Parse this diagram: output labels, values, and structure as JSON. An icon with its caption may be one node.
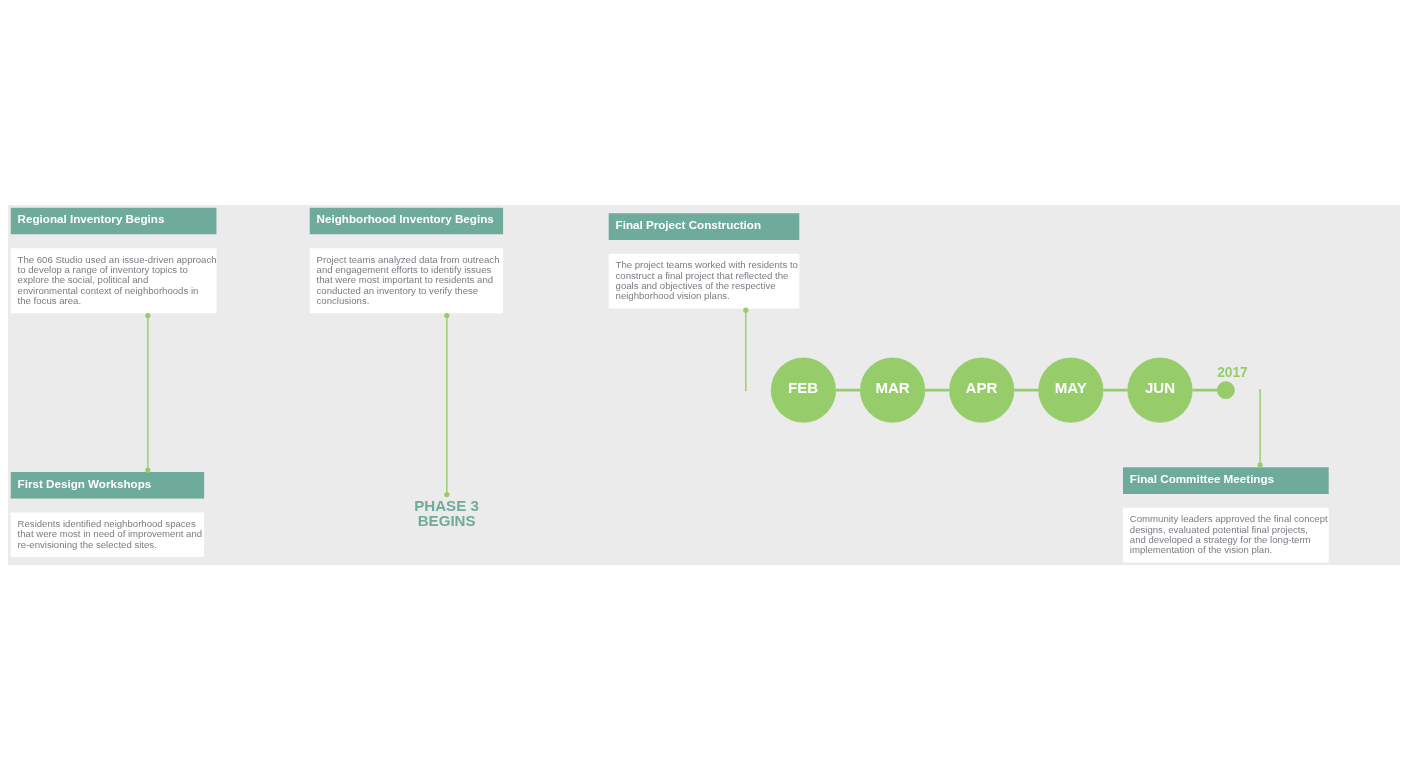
{
  "diagram": {
    "nodes": [
      {
        "text": [
          "Regional Inventory Begins",
          "The 606 Studio used an issue-driven approach to develop a range of inventory topics to explore the social, political and environmental context of neighborhoods in the focus area."
        ]
      },
      {
        "text": [
          "Neighborhood Inventory Begins",
          "Project teams analyzed data from outreach and engagement efforts to identify issues that were most important to residents and conducted an inventory to verify these conclusions."
        ]
      },
      {
        "text": [
          "Final Project Construction",
          "The project teams worked with residents to construct a final project that reflected the goals and objectives of the respective neighborhood vision plans."
        ]
      },
      {
        "text": [
          "FEB"
        ]
      },
      {
        "text": [
          "MAR"
        ]
      },
      {
        "text": [
          "APR"
        ]
      },
      {
        "text": [
          "MAY"
        ]
      },
      {
        "text": [
          "JUN"
        ]
      },
      {
        "text": [],
        "shape": "circle",
        "beside": [
          "2017"
        ]
      },
      {
        "text": [
          "First Design Workshops",
          "Residents identified neighborhood spaces that were most in need of improvement and re-envisioning the selected sites."
        ]
      },
      {
        "text": [
          "PHASE 3 BEGINS"
        ]
      },
      {
        "text": [
          "Final Committee Meetings",
          "Community leaders approved the final concept designs, evaluated potential final projects, and developed a strategy for the long-term implementation of the vision plan."
        ]
      }
    ],
    "edges": [
      {
        "from": 3,
        "to": 4,
        "arrow": "none"
      },
      {
        "from": 4,
        "to": 5,
        "arrow": "none"
      },
      {
        "from": 5,
        "to": 6,
        "arrow": "none"
      },
      {
        "from": 6,
        "to": 7,
        "arrow": "none"
      },
      {
        "from": 7,
        "to": 8,
        "arrow": "none"
      },
      {
        "from": 0,
        "to": 9,
        "arrow": "other"
      },
      {
        "from": 1,
        "to": 10,
        "arrow": "other"
      },
      {
        "from": 2,
        "to": null,
        "arrow": "other"
      },
      {
        "from": null,
        "to": 11,
        "arrow": "other"
      }
    ]
  }
}
